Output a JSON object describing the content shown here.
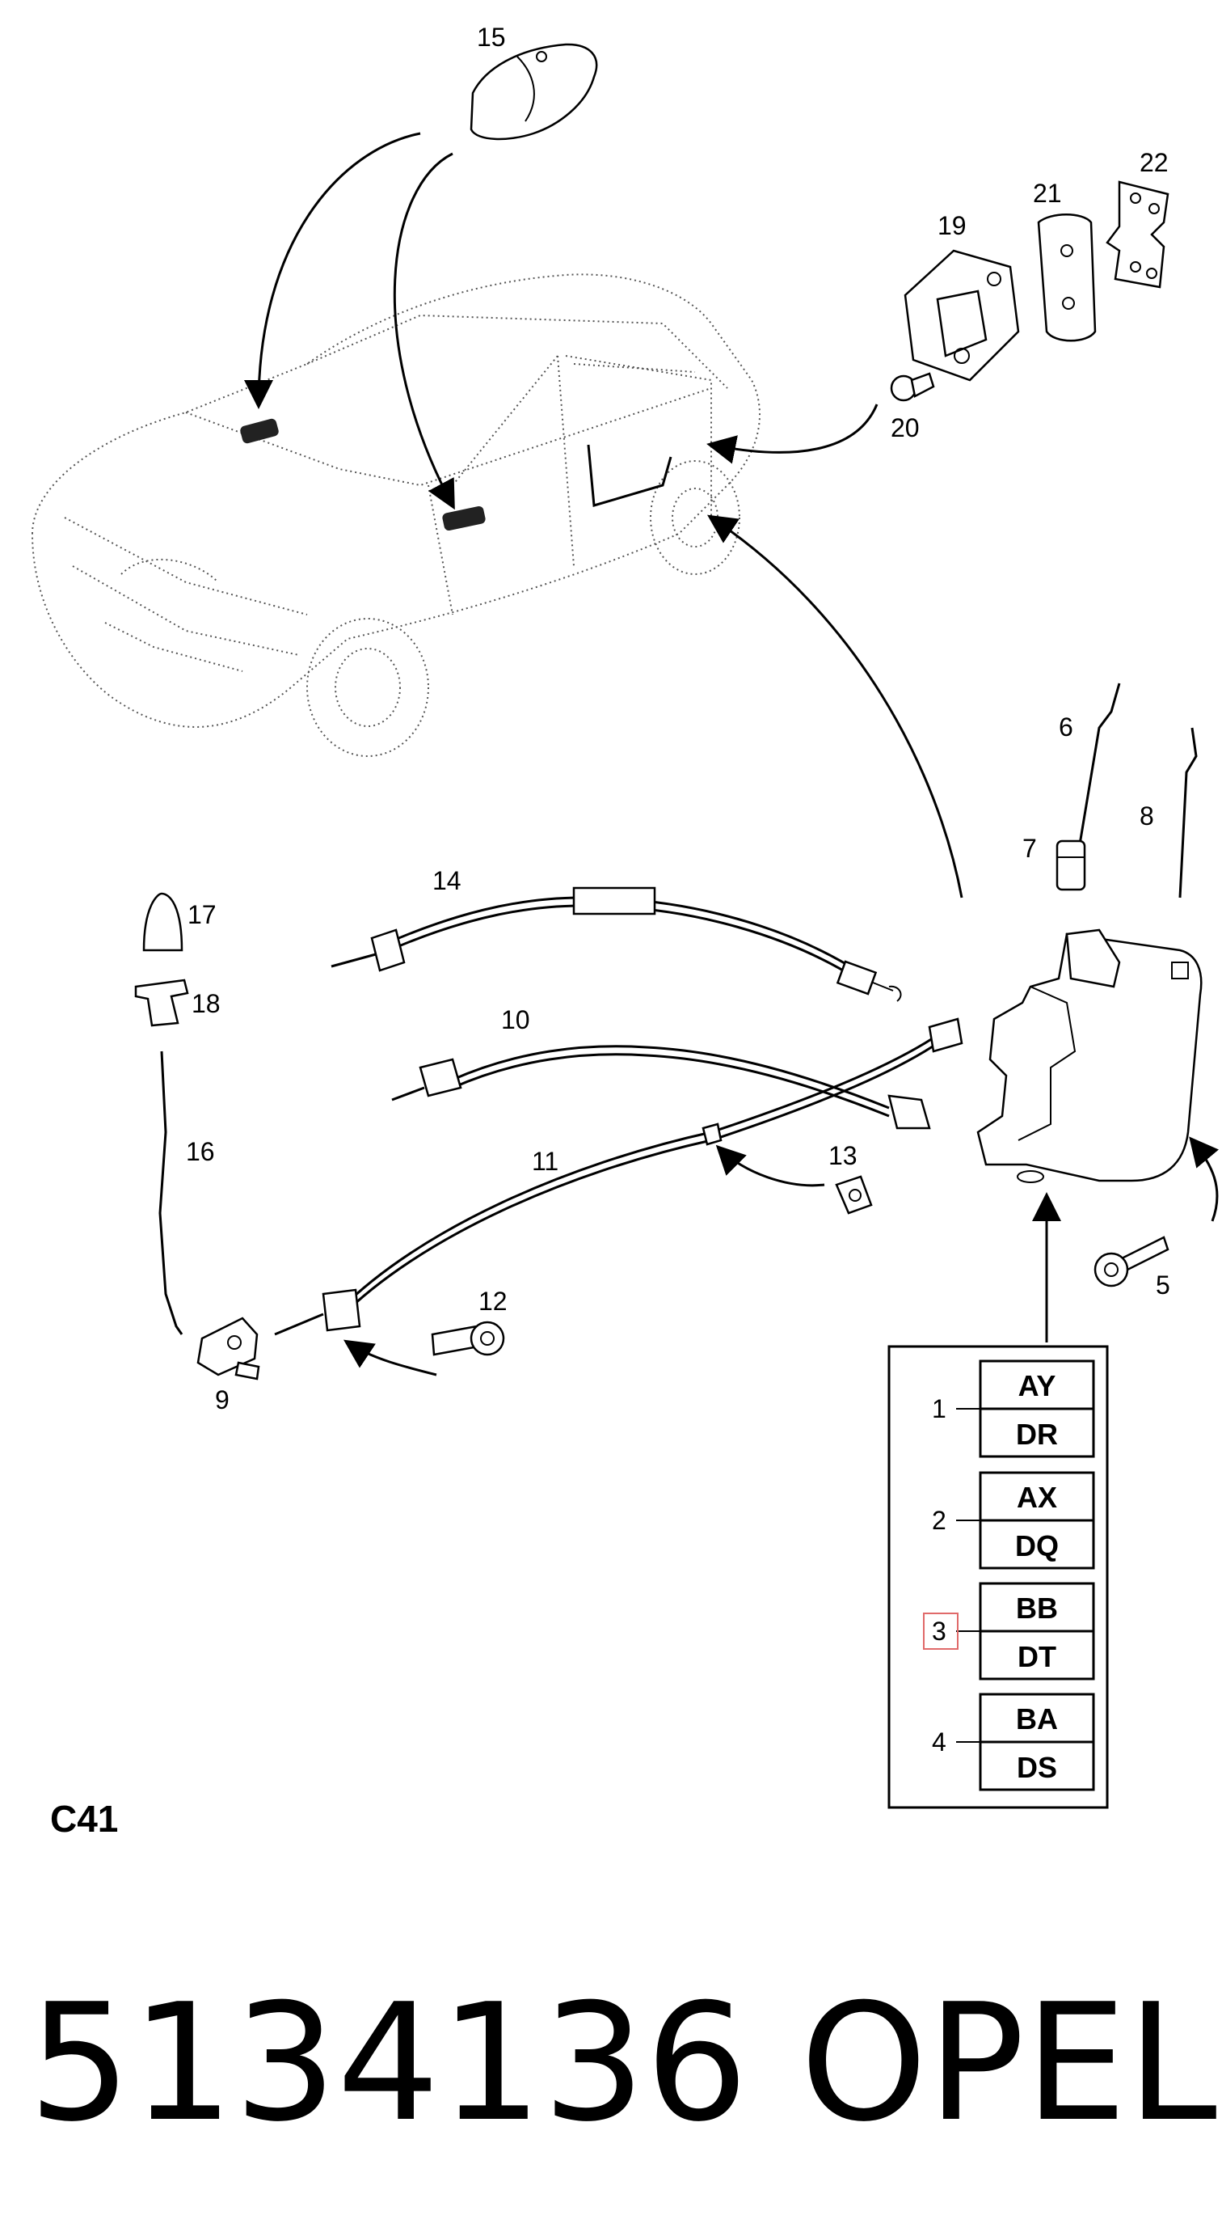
{
  "diagram": {
    "callouts": [
      "1",
      "2",
      "3",
      "4",
      "5",
      "6",
      "7",
      "8",
      "9",
      "10",
      "11",
      "12",
      "13",
      "14",
      "15",
      "16",
      "17",
      "18",
      "19",
      "20",
      "21",
      "22"
    ],
    "variant_table": {
      "rows": [
        {
          "index": "1",
          "codes": [
            "AY",
            "DR"
          ],
          "highlighted": false
        },
        {
          "index": "2",
          "codes": [
            "AX",
            "DQ"
          ],
          "highlighted": false
        },
        {
          "index": "3",
          "codes": [
            "BB",
            "DT"
          ],
          "highlighted": true
        },
        {
          "index": "4",
          "codes": [
            "BA",
            "DS"
          ],
          "highlighted": false
        }
      ]
    },
    "section_code": "C41",
    "highlight_color": "#e06a6a"
  },
  "footer": {
    "part_number": "5134136",
    "brand": "OPEL"
  }
}
